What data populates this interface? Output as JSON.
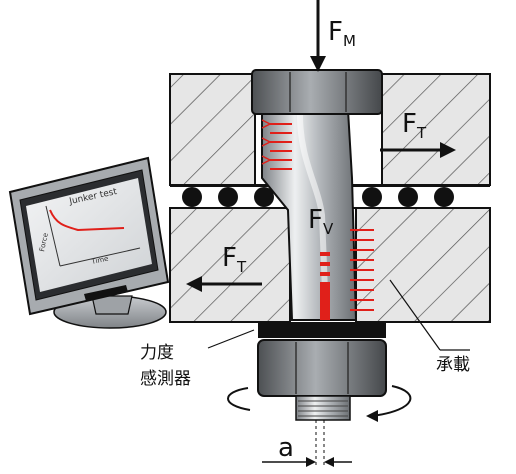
{
  "forces": {
    "fm": {
      "main": "F",
      "sub": "M"
    },
    "ft_upper": {
      "main": "F",
      "sub": "T"
    },
    "ft_lower": {
      "main": "F",
      "sub": "T"
    },
    "fv": {
      "main": "F",
      "sub": "V"
    }
  },
  "labels": {
    "sensor_line1": "力度",
    "sensor_line2": "感測器",
    "bearing": "承載",
    "displacement": "a"
  },
  "monitor": {
    "title": "Junker test",
    "y_axis": "Force",
    "x_axis": "Time"
  },
  "colors": {
    "red": "#e0201a",
    "steel": "#b8bcc0",
    "dark": "#1a1a1a",
    "plate": "#e4e4e4"
  }
}
